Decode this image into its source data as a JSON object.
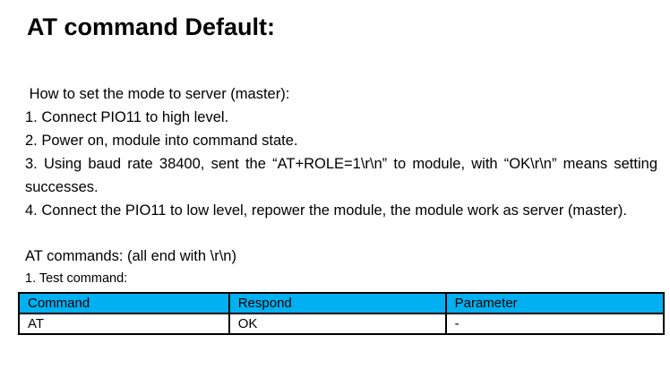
{
  "page": {
    "title": "AT command Default:"
  },
  "intro": {
    "heading": " How to set the mode to server (master):",
    "steps": [
      "1. Connect PIO11 to high level.",
      "2. Power on, module into command state.",
      "3. Using baud rate 38400, sent the “AT+ROLE=1\\r\\n” to module, with “OK\\r\\n” means setting successes.",
      "4. Connect the PIO11 to low level, repower the module, the module work as server (master)."
    ]
  },
  "commands_section": {
    "heading": "AT commands: (all end with \\r\\n)",
    "subheading": "1. Test command:"
  },
  "table": {
    "headers": [
      "Command",
      "Respond",
      "Parameter"
    ],
    "rows": [
      {
        "command": "AT",
        "respond": "OK",
        "parameter": "-"
      }
    ]
  },
  "colors": {
    "table_header_bg": "#00B0F0",
    "table_border": "#000000",
    "text": "#000000"
  }
}
